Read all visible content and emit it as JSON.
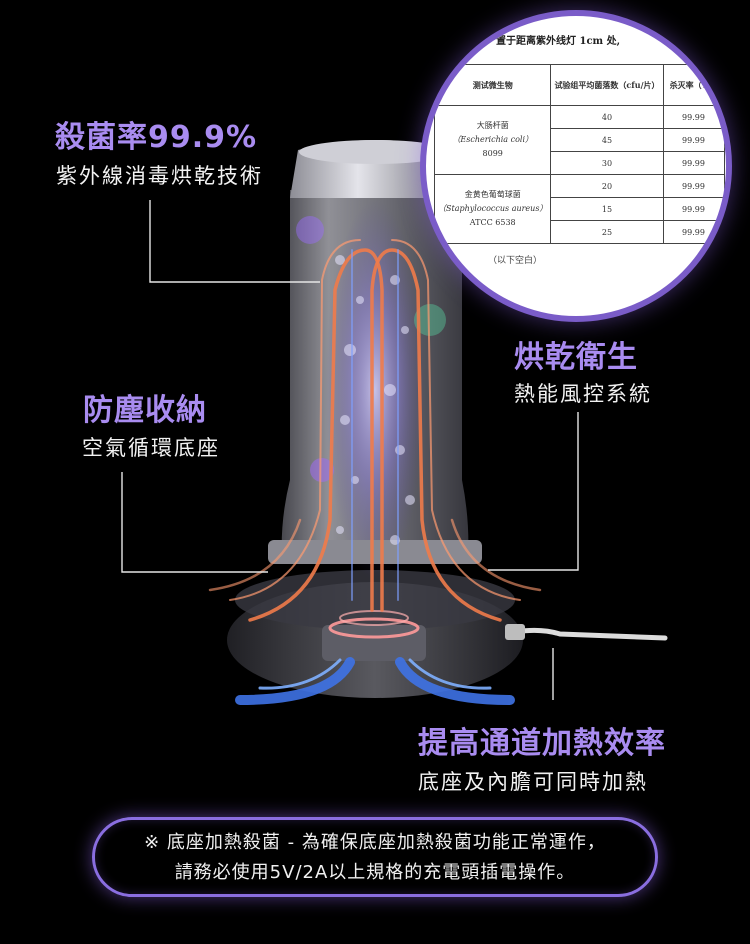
{
  "features": {
    "sterilization": {
      "title": "殺菌率99.9%",
      "subtitle": "紫外線消毒烘乾技術"
    },
    "dustproof": {
      "title": "防塵收納",
      "subtitle": "空氣循環底座"
    },
    "drying": {
      "title": "烘乾衛生",
      "subtitle": "熱能風控系統"
    },
    "heating": {
      "title": "提高通道加熱效率",
      "subtitle": "底座及內膽可同時加熱"
    }
  },
  "report": {
    "header": "置于距离紫外线灯 1cm 处,",
    "columns": [
      "测试微生物",
      "试验组平均菌落数（cfu/片）",
      "杀灭率（%）"
    ],
    "groups": [
      {
        "organism": [
          "大肠杆菌",
          "（Escherichia coli）",
          "8099"
        ],
        "counts": [
          "40",
          "45",
          "30"
        ],
        "rates": [
          "99.99",
          "99.99",
          "99.99"
        ]
      },
      {
        "organism": [
          "金黄色葡萄球菌",
          "（Staphylococcus aureus）",
          "ATCC 6538"
        ],
        "counts": [
          "20",
          "15",
          "25"
        ],
        "rates": [
          "99.99",
          "99.99",
          "99.99"
        ]
      }
    ],
    "footer": "（以下空白）"
  },
  "note": {
    "line1": "※ 底座加熱殺菌 - 為確保底座加熱殺菌功能正常運作，",
    "line2": "請務必使用5V/2A以上規格的充電頭插電操作。"
  },
  "colors": {
    "accent": "#a98cf0",
    "heater": "#f07b4a",
    "airflow": "#3f73e6",
    "background": "#000000"
  }
}
